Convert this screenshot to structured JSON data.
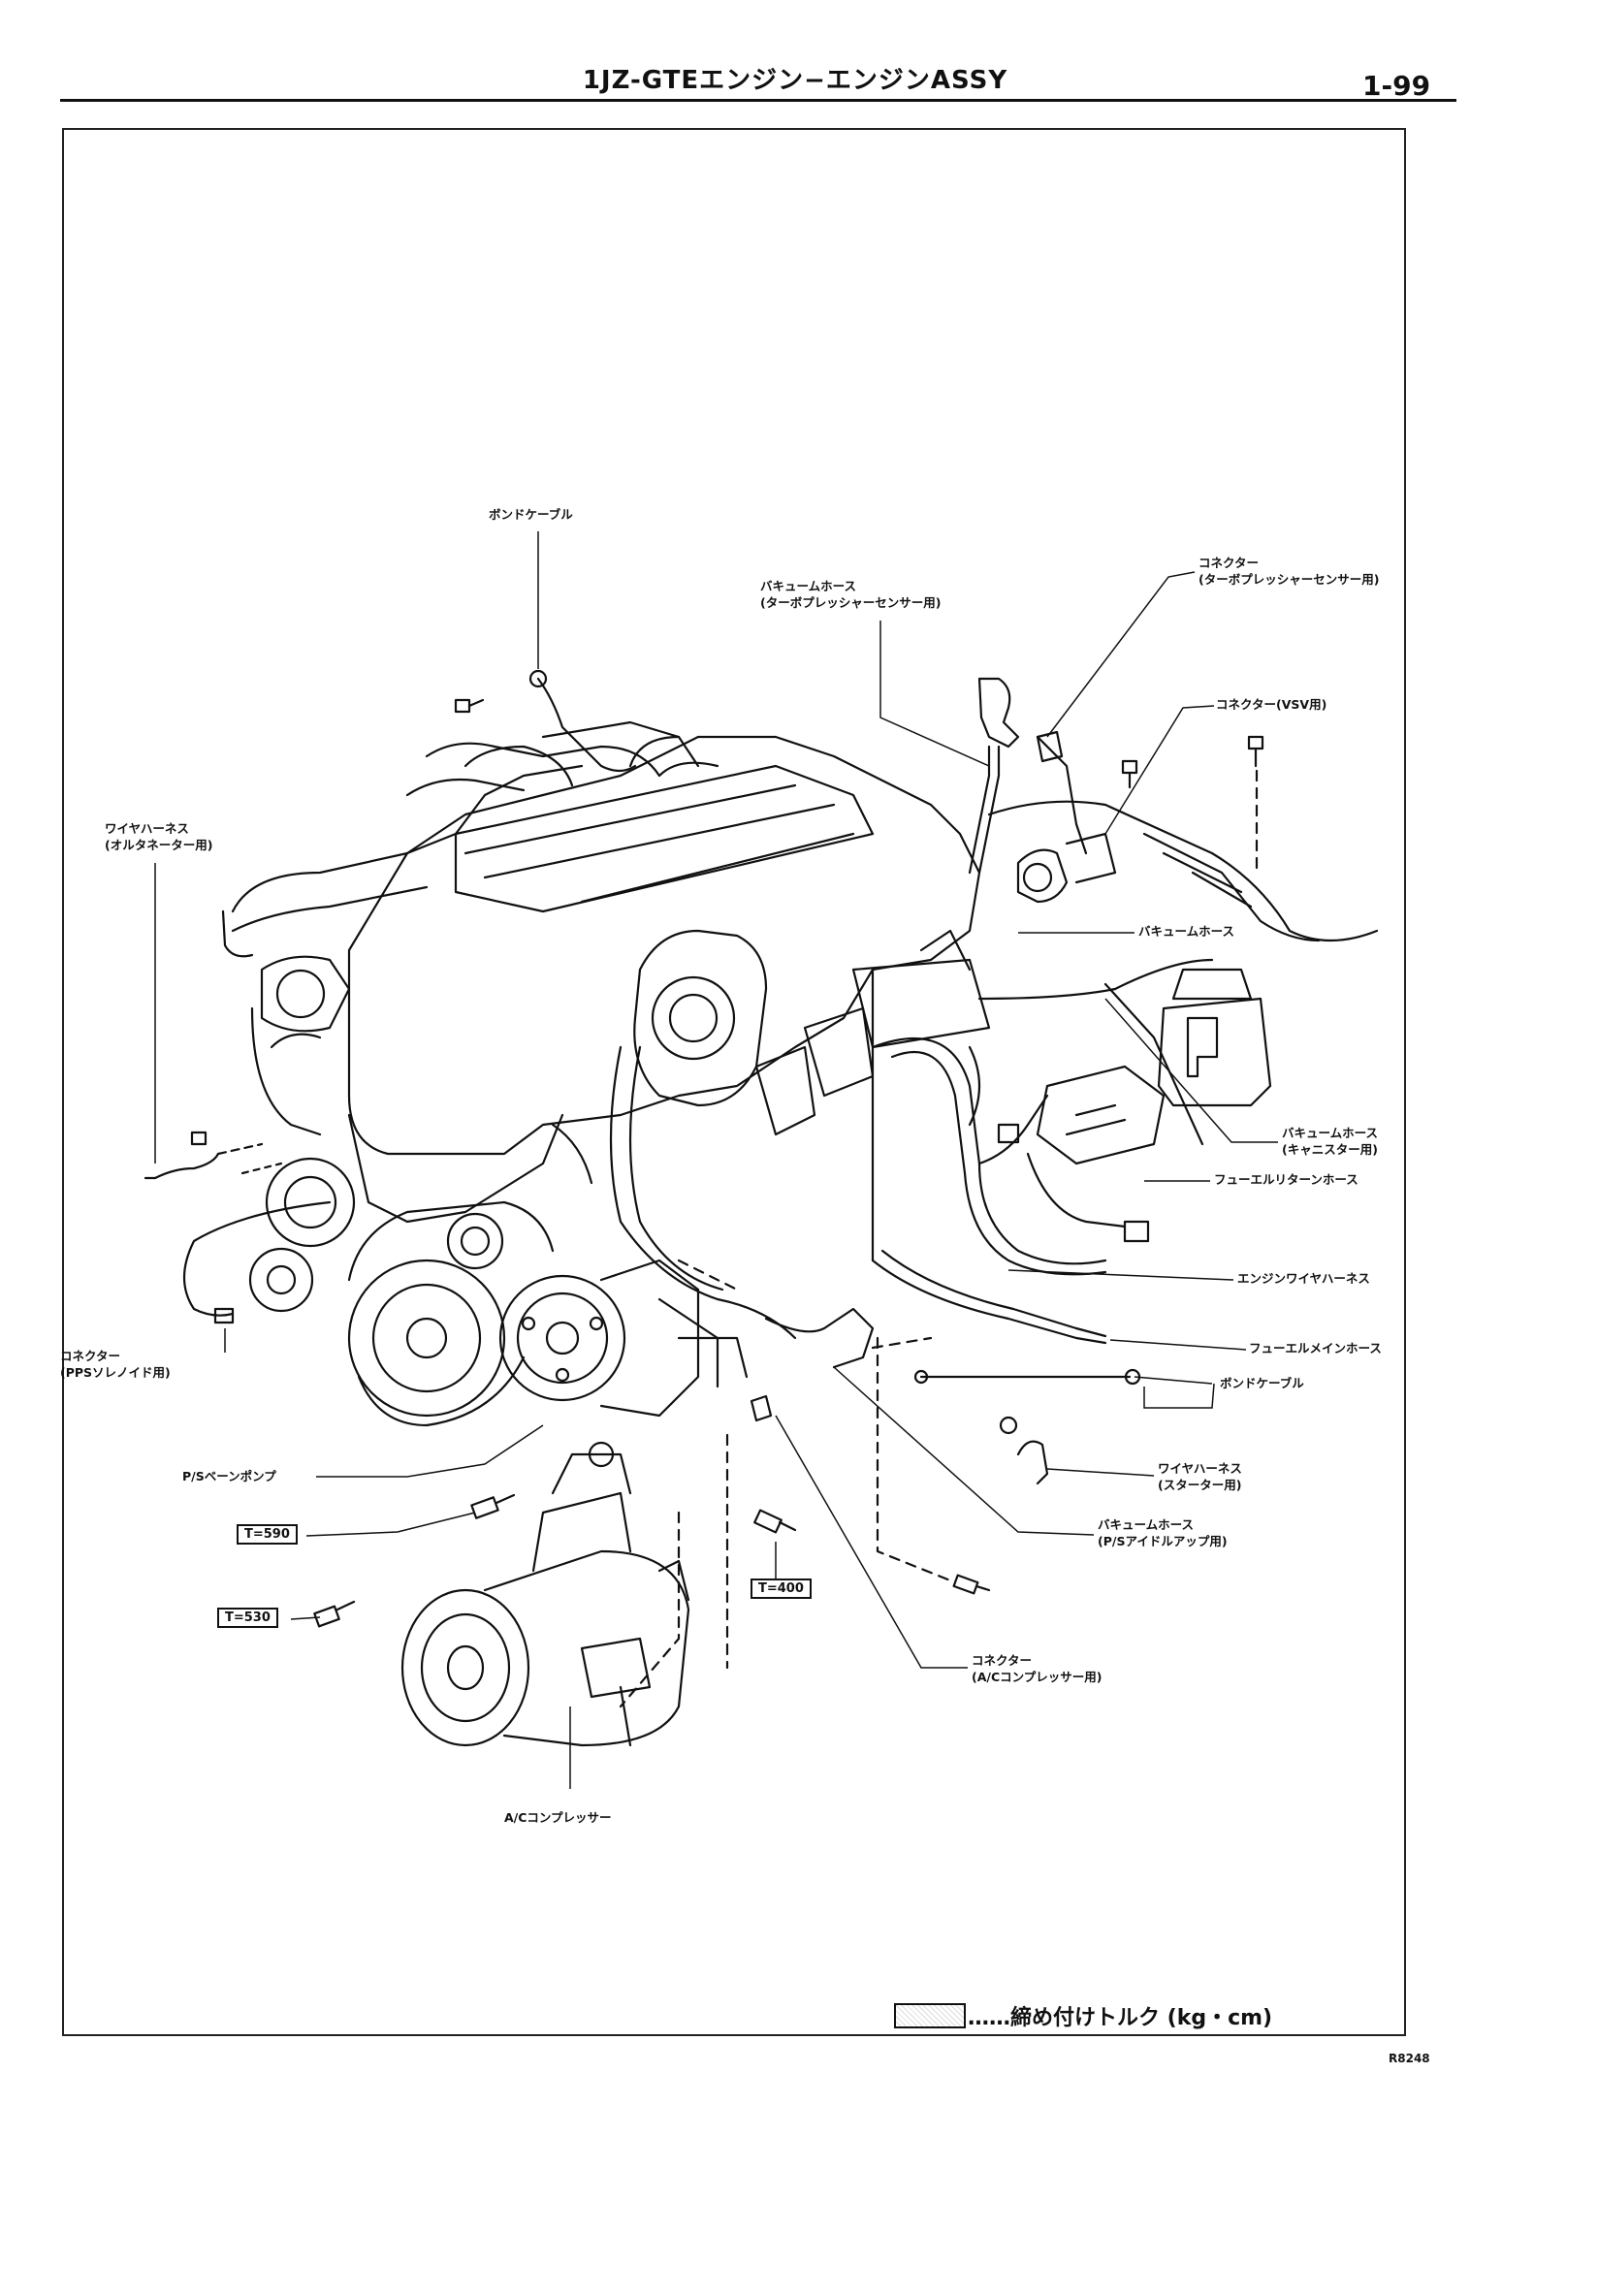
{
  "header": {
    "title": "1JZ-GTEエンジン−エンジンASSY",
    "page_number": "1-99"
  },
  "labels": {
    "bond_cable_top": "ボンドケーブル",
    "vacuum_hose_turbo": [
      "バキュームホース",
      "(ターボプレッシャーセンサー用)"
    ],
    "connector_turbo": [
      "コネクター",
      "(ターボプレッシャーセンサー用)"
    ],
    "connector_vsv": "コネクター(VSV用)",
    "wire_harness_alt": [
      "ワイヤハーネス",
      "(オルタネーター用)"
    ],
    "vacuum_hose": "バキュームホース",
    "vacuum_hose_canister": [
      "バキュームホース",
      "(キャニスター用)"
    ],
    "fuel_return_hose": "フューエルリターンホース",
    "engine_wire_harness": "エンジンワイヤハーネス",
    "connector_pps": [
      "コネクター",
      "(PPSソレノイド用)"
    ],
    "fuel_main_hose": "フューエルメインホース",
    "bond_cable_right": "ボンドケーブル",
    "ps_vane_pump": "P/Sベーンポンプ",
    "wire_harness_starter": [
      "ワイヤハーネス",
      "(スターター用)"
    ],
    "vacuum_hose_ps": [
      "バキュームホース",
      "(P/Sアイドルアップ用)"
    ],
    "connector_ac": [
      "コネクター",
      "(A/Cコンプレッサー用)"
    ],
    "ac_compressor": "A/Cコンプレッサー"
  },
  "torques": {
    "t1": "T=590",
    "t2": "T=530",
    "t3": "T=400"
  },
  "legend": {
    "text": "……締め付けトルク (kg・cm)"
  },
  "figure_code": "R8248"
}
